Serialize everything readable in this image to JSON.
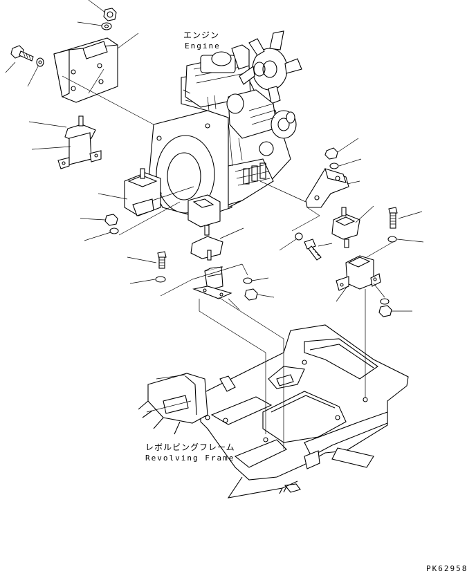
{
  "labels": {
    "engine_jp": "エンジン",
    "engine_en": "Engine",
    "frame_jp": "レボルビングフレーム",
    "frame_en": "Revolving Frame",
    "drawing_code": "PK62958"
  },
  "colors": {
    "ink": "#000000",
    "paper": "#ffffff"
  }
}
